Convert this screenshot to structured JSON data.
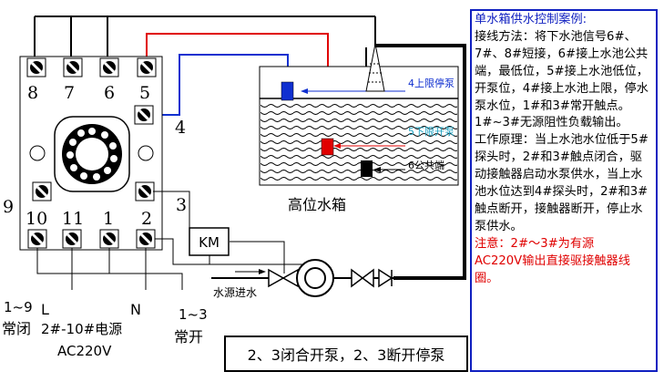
{
  "relay": {
    "top_pins": [
      "8",
      "7",
      "6",
      "5"
    ],
    "pin4": "4",
    "pin3": "3",
    "pin9": "9",
    "bottom_pins": [
      "10",
      "11",
      "1",
      "2"
    ]
  },
  "contactor_label": "KM",
  "tank": {
    "title": "高位水箱",
    "upper_limit": "4上限停泵",
    "lower_limit": "5下限开泵",
    "common": "6公共端"
  },
  "pipe": {
    "inlet": "水源进水"
  },
  "bottom_labels": {
    "nc_range": "1~9",
    "nc": "常闭",
    "L": "L",
    "N": "N",
    "power": "2#-10#电源",
    "voltage": "AC220V",
    "no_range": "1~3",
    "no": "常开"
  },
  "footer": "2、3闭合开泵，2、3断开停泵",
  "notes": {
    "title": "单水箱供水控制案例:",
    "wiring": "接线方法：将下水池信号6#、7#、8#短接，6#接上水池公共端，最低位，5#接上水池低位，开泵位，4#接上水池上限，停水泵水位，1#和3#常开触点。",
    "load": "1#~3#无源阻性负载输出。",
    "principle": "工作原理：当上水池水位低于5#探头时，2#和3#触点闭合，驱动接触器启动水泵供水，当上水池水位达到4#探头时，2#和3#触点断开，接触器断开，停止水泵供水。",
    "caution": "注意：2#～3#为有源",
    "caution2": "AC220V输出直接驱接触器线圈。"
  }
}
